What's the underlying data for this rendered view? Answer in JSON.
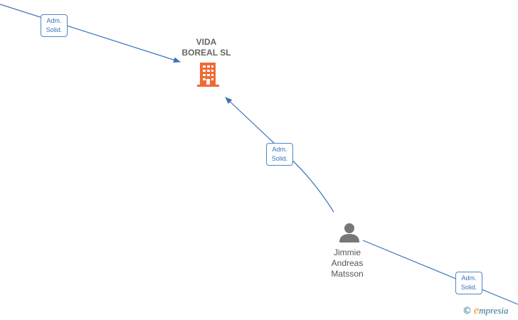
{
  "nodes": {
    "company": {
      "name_line1": "VIDA",
      "name_line2": "BOREAL  SL",
      "icon": "building-icon",
      "color": "#f06a35"
    },
    "person": {
      "name_line1": "Jimmie",
      "name_line2": "Andreas",
      "name_line3": "Matsson",
      "icon": "person-icon",
      "color": "#777777"
    }
  },
  "edges": [
    {
      "label_line1": "Adm.",
      "label_line2": "Solid."
    },
    {
      "label_line1": "Adm.",
      "label_line2": "Solid."
    },
    {
      "label_line1": "Adm.",
      "label_line2": "Solid."
    }
  ],
  "colors": {
    "edge": "#3a72b8"
  },
  "watermark": {
    "symbol": "©",
    "brand_initial": "e",
    "brand_rest": "mpresia"
  }
}
